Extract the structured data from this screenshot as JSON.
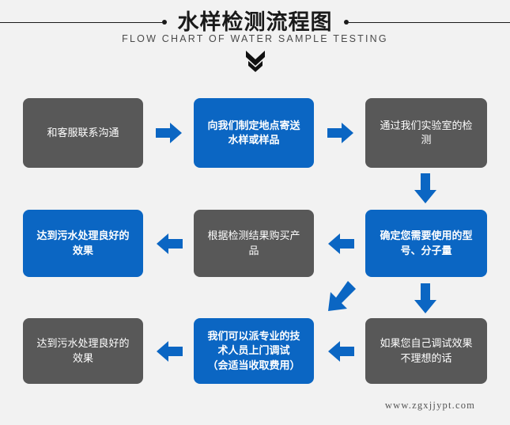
{
  "header": {
    "title": "水样检测流程图",
    "subtitle": "FLOW CHART OF WATER SAMPLE TESTING",
    "chevron_icon": "double-chevron-down-icon",
    "rule_color": "#1a1a1a"
  },
  "theme": {
    "background": "#f2f2f2",
    "gray_node": "#585858",
    "blue_node": "#0b66c3",
    "arrow_blue": "#0b66c3",
    "node_text": "#ffffff"
  },
  "nodes": [
    {
      "id": "n1",
      "style": "gray",
      "row": 1,
      "col": 1,
      "lines": [
        "和客服联系沟通"
      ]
    },
    {
      "id": "n2",
      "style": "blue",
      "row": 1,
      "col": 2,
      "lines": [
        "向我们制定地点寄送",
        "水样或样品"
      ]
    },
    {
      "id": "n3",
      "style": "gray",
      "row": 1,
      "col": 3,
      "lines": [
        "通过我们实验室的检",
        "测"
      ]
    },
    {
      "id": "n4",
      "style": "blue",
      "row": 2,
      "col": 1,
      "lines": [
        "达到污水处理良好的",
        "效果"
      ]
    },
    {
      "id": "n5",
      "style": "gray",
      "row": 2,
      "col": 2,
      "lines": [
        "根据检测结果购买产",
        "品"
      ]
    },
    {
      "id": "n6",
      "style": "blue",
      "row": 2,
      "col": 3,
      "lines": [
        "确定您需要使用的型",
        "号、分子量"
      ]
    },
    {
      "id": "n7",
      "style": "gray",
      "row": 3,
      "col": 1,
      "lines": [
        "达到污水处理良好的",
        "效果"
      ]
    },
    {
      "id": "n8",
      "style": "blue",
      "row": 3,
      "col": 2,
      "lines": [
        "我们可以派专业的技",
        "术人员上门调试",
        "（会适当收取费用）"
      ]
    },
    {
      "id": "n9",
      "style": "gray",
      "row": 3,
      "col": 3,
      "lines": [
        "如果您自己调试效果",
        "不理想的话"
      ]
    }
  ],
  "arrows": [
    {
      "id": "a1",
      "direction": "right",
      "from": "n1",
      "to": "n2"
    },
    {
      "id": "a2",
      "direction": "right",
      "from": "n2",
      "to": "n3"
    },
    {
      "id": "a3",
      "direction": "down",
      "from": "n3",
      "to": "n6"
    },
    {
      "id": "a4",
      "direction": "left",
      "from": "n6",
      "to": "n5"
    },
    {
      "id": "a5",
      "direction": "left",
      "from": "n5",
      "to": "n4"
    },
    {
      "id": "a6",
      "direction": "downleft",
      "from": "n6",
      "to": "n8"
    },
    {
      "id": "a7",
      "direction": "down",
      "from": "n6",
      "to": "n9"
    },
    {
      "id": "a8",
      "direction": "left",
      "from": "n9",
      "to": "n8"
    },
    {
      "id": "a9",
      "direction": "left",
      "from": "n8",
      "to": "n7"
    }
  ],
  "watermark": {
    "text": "www.zgxjjypt.com"
  }
}
